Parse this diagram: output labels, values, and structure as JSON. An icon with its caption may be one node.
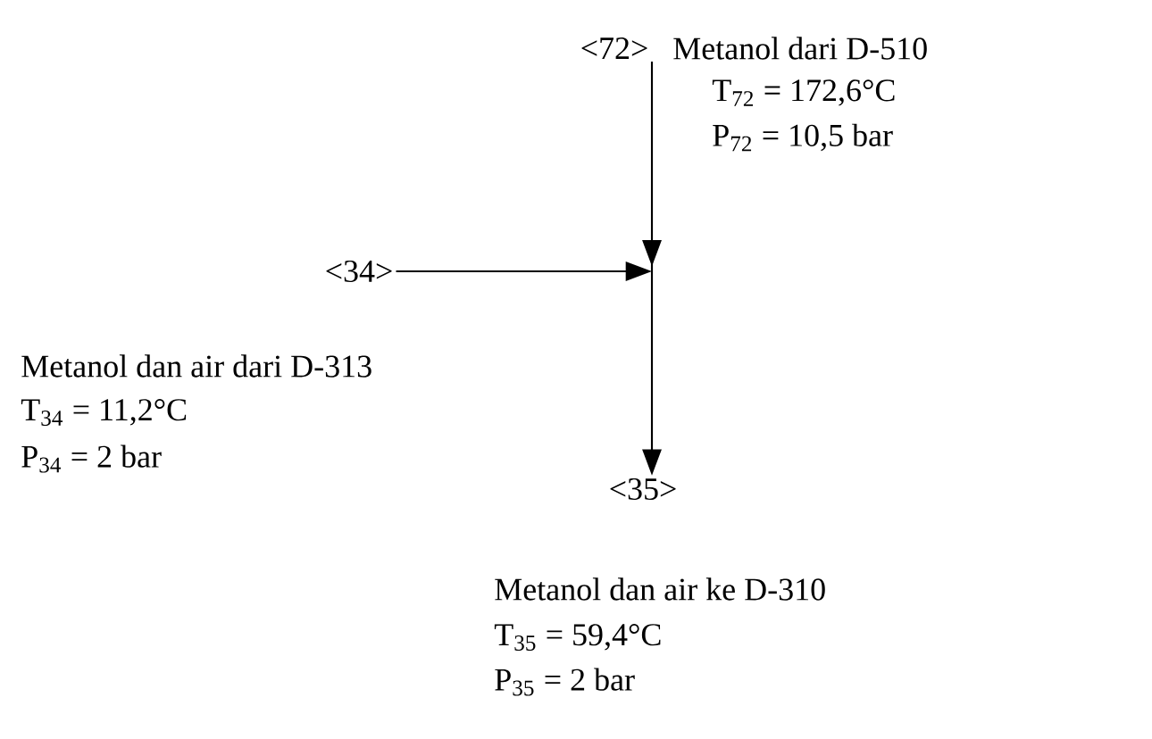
{
  "diagram": {
    "nodes": [
      {
        "text": [
          "<72>"
        ],
        "beside": [
          "Metanol dari D-510",
          "T$_{72}$ = 172,6°C",
          "P$_{72}$ = 10,5 bar"
        ]
      },
      {
        "text": [
          "<34>"
        ],
        "beside": [
          "Metanol dan air dari D-313",
          "T$_{34}$ = 11,2°C",
          "P$_{34}$ = 2 bar"
        ]
      },
      {
        "text": [
          "<35>"
        ],
        "beside": [
          "Metanol dan air ke D-310",
          "T$_{35}$ = 59,4°C",
          "P$_{35}$ = 2 bar"
        ]
      }
    ],
    "edges": [
      {
        "from": 0,
        "to": 2,
        "arrow": "to"
      },
      {
        "from": 1,
        "to": null,
        "arrow": "to"
      }
    ]
  }
}
